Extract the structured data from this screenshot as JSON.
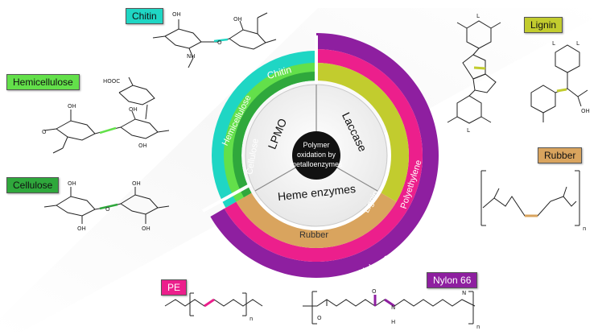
{
  "center": {
    "line1": "Polymer",
    "line2": "oxidation by",
    "line3": "metalloenzymes"
  },
  "enzymes": {
    "lpmo": "LPMO",
    "laccase": "Laccase",
    "heme": "Heme enzymes"
  },
  "rings": {
    "chitin": "Chitin",
    "hemicellulose": "Hemicellulose",
    "cellulose": "Cellulose",
    "lignin": "Lignin",
    "rubber": "Rubber",
    "polyethylene": "Polyethylene",
    "nylon66": "Nylon-66"
  },
  "labels": {
    "chitin": "Chitin",
    "hemicellulose": "Hemicellulose",
    "cellulose": "Cellulose",
    "lignin": "Lignin",
    "rubber": "Rubber",
    "pe": "PE",
    "nylon66": "Nylon 66"
  },
  "subscripts": {
    "rubber_n": "n",
    "pe_n": "n",
    "nylon_n": "n"
  },
  "atoms": {
    "oh": "OH",
    "o": "O",
    "nh": "NH",
    "h": "H",
    "n": "N",
    "cooh": "HOOC",
    "l": "L"
  },
  "colors": {
    "chitin": "#1fd6c4",
    "hemicellulose": "#63e04a",
    "cellulose": "#2fa83c",
    "lignin": "#c2cc2e",
    "rubber": "#d9a45e",
    "pe": "#ec1f8c",
    "nylon66": "#8e1fa0",
    "center": "#111111"
  }
}
